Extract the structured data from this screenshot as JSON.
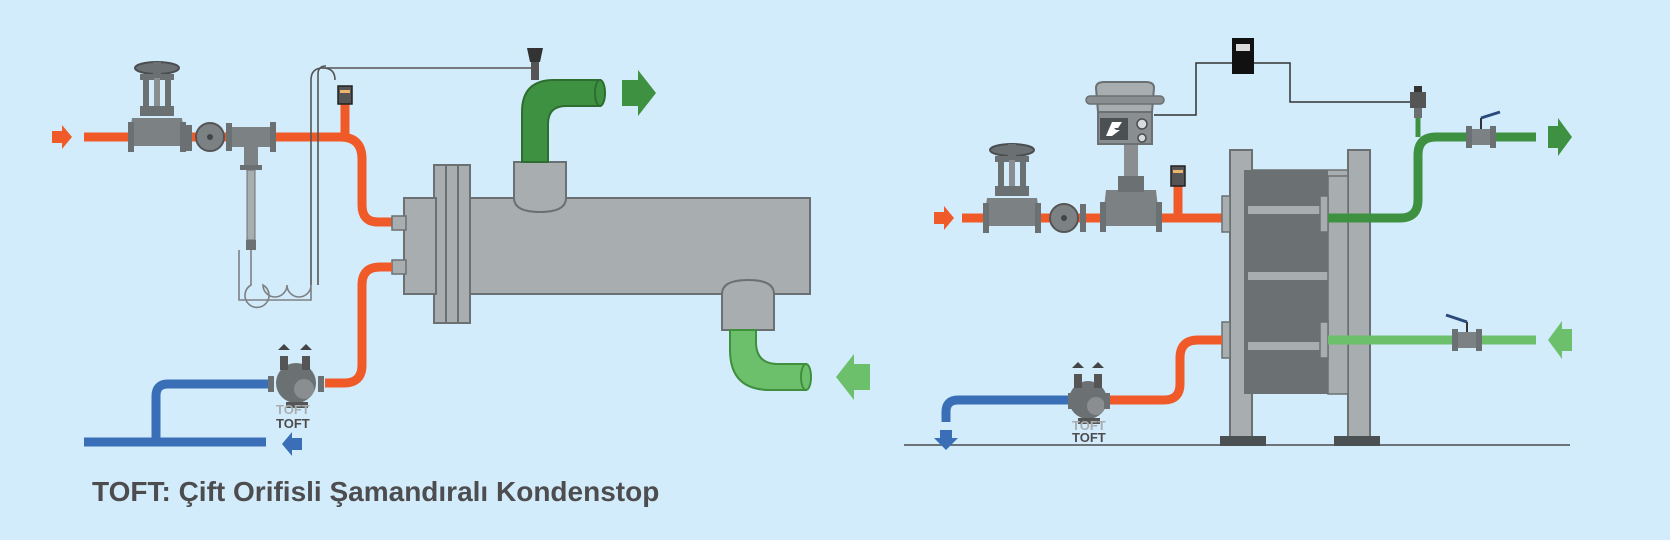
{
  "labels": {
    "trap_left": "TOFT",
    "trap_left_ghost": "TOFT",
    "trap_right": "TOFT",
    "trap_right_ghost": "TOFT"
  },
  "caption": "TOFT: Çift Orifisli Şamandıralı Kondenstop",
  "colors": {
    "background": "#d3ecfb",
    "steam": "#ef5a28",
    "condensate": "#3a6fb7",
    "hot_outlet": "#3f9142",
    "cold_inlet": "#6dc06b",
    "equipment": "#a8adb0",
    "equipment_dark": "#6b7073",
    "caption_text": "#4d4d4f"
  },
  "icons": {
    "inlet_arrow_left": "arrow-right-icon",
    "outlet_arrow_left": "arrow-right-icon",
    "cold_arrow_left": "arrow-left-icon",
    "condensate_arrow_left": "arrow-left-icon",
    "inlet_arrow_right": "arrow-right-icon",
    "outlet_arrow_right": "arrow-right-icon",
    "cold_arrow_right": "arrow-left-icon",
    "condensate_arrow_right": "arrow-down-icon"
  }
}
